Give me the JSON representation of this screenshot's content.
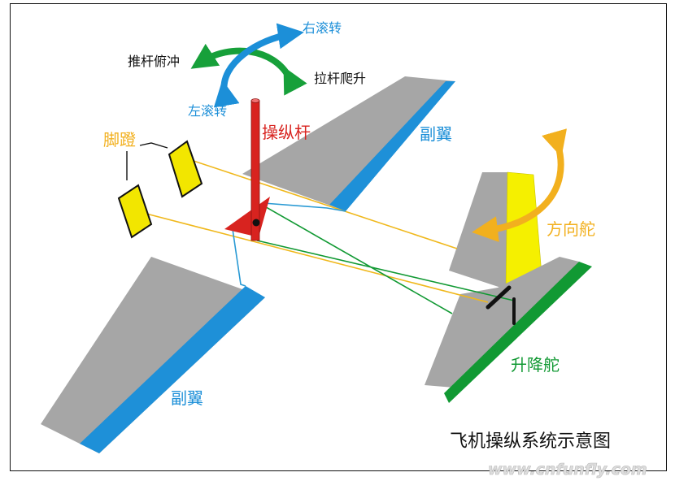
{
  "title": "飞机操纵系统示意图",
  "watermark": "www.cnfunfly.com",
  "labels": {
    "stick": "操纵杆",
    "pedals": "脚蹬",
    "aileron_right": "副翼",
    "aileron_left": "副翼",
    "rudder": "方向舵",
    "elevator": "升降舵",
    "push_dive": "推杆俯冲",
    "pull_climb": "拉杆爬升",
    "roll_right": "右滚转",
    "roll_left": "左滚转"
  },
  "colors": {
    "wing_gray": "#a6a6a6",
    "aileron_blue": "#1e90d8",
    "stick_red": "#d8231f",
    "pedal_yellow": "#f2e600",
    "rudder_yellow": "#f5f000",
    "elevator_green": "#119933",
    "cable_orange": "#f0b81c",
    "cable_green": "#119933",
    "cable_blue": "#2a9ad4",
    "pitch_arrow_green": "#17a03a",
    "roll_arrow_blue": "#1c8fd8",
    "rudder_arrow_orange": "#f2b01e"
  }
}
